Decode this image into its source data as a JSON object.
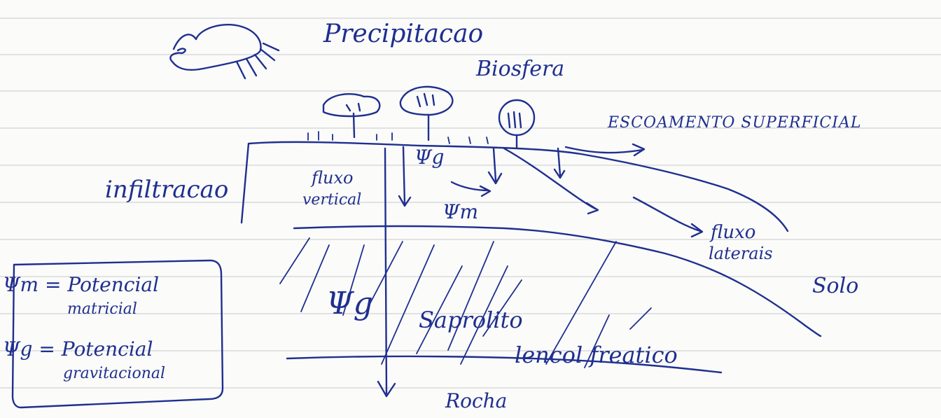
{
  "labels": {
    "precipitation": "Precipitacao",
    "biosphere": "Biosfera",
    "surface_runoff": "ESCOAMENTO SUPERFICIAL",
    "infiltration": "infiltracao",
    "vertical_flow_line1": "fluxo",
    "vertical_flow_line2": "vertical",
    "psi_g": "Ψg",
    "psi_m": "Ψm",
    "lateral_flow_line1": "fluxo",
    "lateral_flow_line2": "laterais",
    "soil": "Solo",
    "saprolite": "Saprolito",
    "water_table": "lencol freatico",
    "rock": "Rocha"
  },
  "legend": {
    "psi_m_line1": "Ψm = Potencial",
    "psi_m_line2": "matricial",
    "psi_g_line1": "Ψg = Potencial",
    "psi_g_line2": "gravitacional"
  },
  "colors": {
    "ink": "#1f2f8f",
    "rule": "#c9c9c9"
  }
}
